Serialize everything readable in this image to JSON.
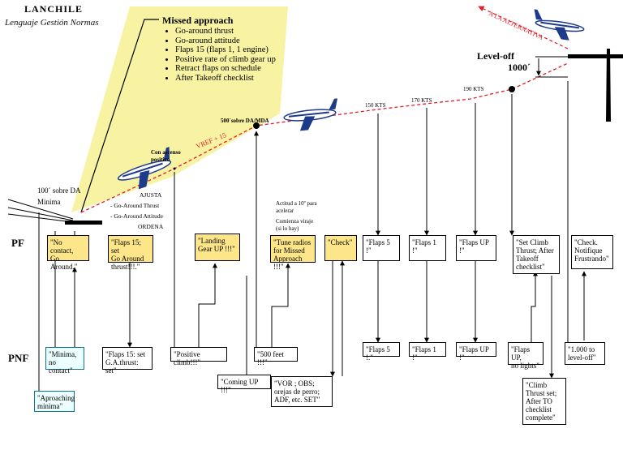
{
  "brand": {
    "logo_text": "LANCHILE",
    "signature_text": "Lenguaje Gestión Normas"
  },
  "missed_approach": {
    "title": "Missed approach",
    "items": [
      "Go-around thrust",
      "Go-around attitude",
      "Flaps 15 (flaps 1, 1 engine)",
      "Positive rate of climb gear up",
      "Retract flaps on schedule",
      "After Takeoff checklist"
    ]
  },
  "profile": {
    "minima_label": "100´ sobre DA\nMinima",
    "ajusta": "AJUSTA",
    "go_around_thrust": "- Go-Around Thrust",
    "go_around_attitude": "- Go-Around Attitude",
    "ordena": "ORDENA",
    "con_ascenso": "Con ascenso\npositivo",
    "vref": "VREF + 15",
    "sobre_da": "500´sobre DA/MDA",
    "actitud": "Actitud a 10º para\nacelerar",
    "viraje": "Comienza viraje\n(si lo hay)",
    "speed_150": "150 KTS",
    "speed_170": "170 KTS",
    "speed_190": "190 KTS",
    "level_off": "Level-off",
    "thousand": "1000´",
    "alternativa": "A LA ALTERNATIVA"
  },
  "rows": {
    "pf": "PF",
    "pnf": "PNF"
  },
  "pf_boxes": {
    "no_contact": "\"No contact,\nGo Around.\"",
    "flaps15_set": "\"Flaps 15; set\nGo Around\nthrust!!!.\"",
    "landing_gear": "\"Landing\nGear UP !!!\"",
    "tune_radios": "\"Tune radios\nfor Missed\nApproach !!!\"",
    "check": "\"Check\"",
    "flaps5": "\"Flaps 5 !\"",
    "flaps1": "\"Flaps 1 !\"",
    "flaps_up": "\"Flaps UP !\"",
    "set_climb": "\"Set Climb\nThrust; After\nTakeoff\nchecklist\"",
    "check_notifique": "\"Check.\nNotifique\nFrustrando\""
  },
  "pnf_boxes": {
    "aproaching": "\"Aproaching\nminima\"",
    "minima_no_contact": "\"Minima,\nno contact\"",
    "flaps15": "\"Flaps 15:  set\nG.A.thrust: set\"",
    "positive_climb": "\"Positive climb!!!\"",
    "coming_up": "\"Coming UP !!!\"",
    "five_hundred": "\"500 feet !!!\"",
    "vor_obs": "\"VOR ; OBS;\norejas de perro;\nADF, etc. SET\"",
    "flaps5": "\"Flaps 5 !.\"",
    "flaps1": "\"Flaps 1 !\"",
    "flaps_up": "\"Flaps UP !\"",
    "flaps_up_lights": "\"Flaps UP,\nno lights\"",
    "climb_thrust": "\"Climb\nThrust set;\nAfter TO\nchecklist\ncomplete\"",
    "thousand_level": "\"1.000 to\nlevel-off\""
  },
  "colors": {
    "wedge": "#f7f3a3",
    "pf_fill": "#fde68a",
    "path": "#e11d2a",
    "plane_body": "#ffffff",
    "plane_trim": "#1e3a8a"
  }
}
